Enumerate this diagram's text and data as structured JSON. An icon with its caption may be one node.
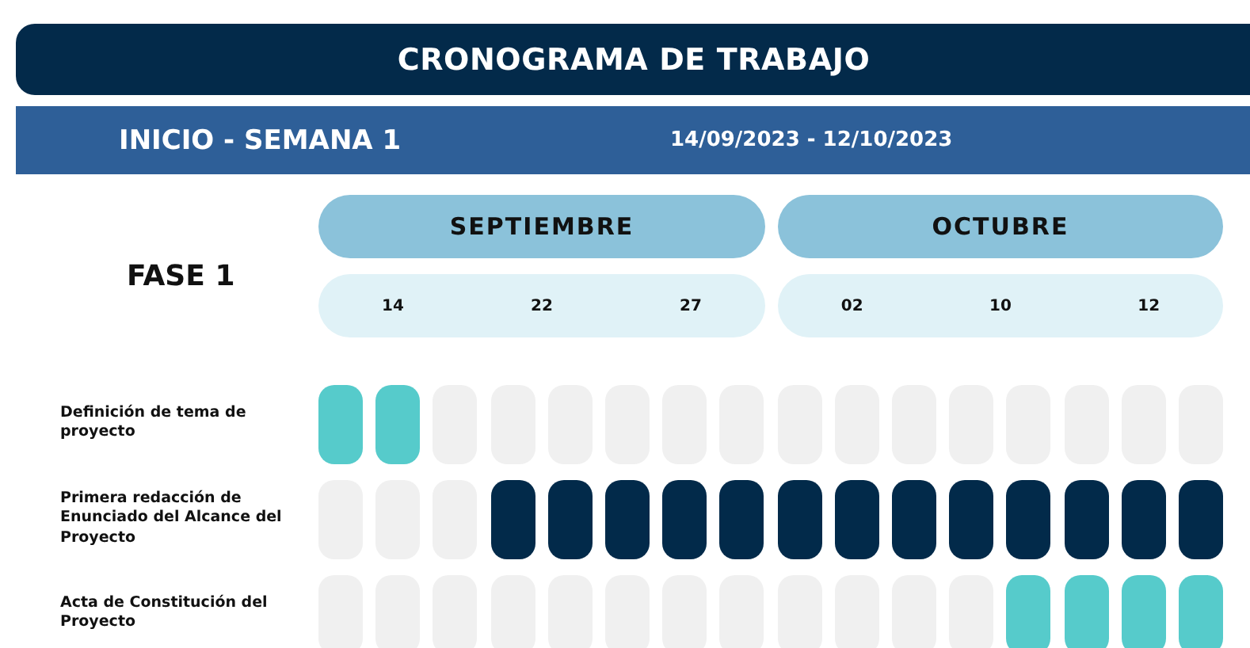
{
  "diagram": {
    "nodes": [
      {
        "text": [
          "CRONOGRAMA DE TRABAJO"
        ]
      },
      {
        "text": [
          "INICIO - SEMANA 1",
          "14/09/2023 - 12/10/2023"
        ]
      },
      {
        "text": [
          "SEPTIEMBRE"
        ]
      },
      {
        "text": [
          "OCTUBRE"
        ]
      },
      {
        "text": [
          "14",
          "22",
          "27"
        ]
      },
      {
        "text": [
          "02",
          "10",
          "12"
        ]
      },
      {
        "text": [],
        "shape": "box"
      },
      {
        "text": [],
        "shape": "box"
      },
      {
        "text": [],
        "shape": "box"
      },
      {
        "text": [],
        "shape": "box"
      },
      {
        "text": [],
        "shape": "box"
      },
      {
        "text": [],
        "shape": "box"
      },
      {
        "text": [],
        "shape": "box"
      },
      {
        "text": [],
        "shape": "box"
      },
      {
        "text": [],
        "shape": "box"
      },
      {
        "text": [],
        "shape": "box"
      },
      {
        "text": [],
        "shape": "box"
      },
      {
        "text": [],
        "shape": "box"
      },
      {
        "text": [],
        "shape": "box"
      },
      {
        "text": [],
        "shape": "box"
      },
      {
        "text": [],
        "shape": "box"
      },
      {
        "text": [],
        "shape": "box"
      },
      {
        "text": [],
        "shape": "box"
      },
      {
        "text": [],
        "shape": "box"
      },
      {
        "text": [],
        "shape": "box"
      },
      {
        "text": [],
        "shape": "box"
      },
      {
        "text": [],
        "shape": "box"
      },
      {
        "text": [],
        "shape": "box"
      },
      {
        "text": [],
        "shape": "box"
      },
      {
        "text": [],
        "shape": "box"
      },
      {
        "text": [],
        "shape": "box"
      },
      {
        "text": [],
        "shape": "box"
      },
      {
        "text": [],
        "shape": "box"
      },
      {
        "text": [],
        "shape": "box"
      },
      {
        "text": [],
        "shape": "box"
      },
      {
        "text": [],
        "shape": "box"
      },
      {
        "text": [],
        "shape": "box"
      },
      {
        "text": [],
        "shape": "box"
      },
      {
        "text": [],
        "shape": "box"
      },
      {
        "text": [],
        "shape": "box"
      },
      {
        "text": [],
        "shape": "box"
      },
      {
        "text": [],
        "shape": "box"
      },
      {
        "text": [],
        "shape": "box"
      },
      {
        "text": [],
        "shape": "box"
      },
      {
        "text": [],
        "shape": "box"
      },
      {
        "text": [],
        "shape": "box"
      },
      {
        "text": [],
        "shape": "box"
      },
      {
        "text": [],
        "shape": "box"
      },
      {
        "text": [],
        "shape": "box"
      },
      {
        "text": [],
        "shape": "box"
      },
      {
        "text": [],
        "shape": "box"
      },
      {
        "text": [],
        "shape": "box"
      },
      {
        "text": [],
        "shape": "box"
      },
      {
        "text": [],
        "shape": "box"
      }
    ],
    "labels": [
      "FASE 1",
      "Definición de tema de proyecto",
      "Primera redacción de Enunciado del Alcance del Proyecto",
      "Acta de Constitución del Proyecto"
    ]
  }
}
